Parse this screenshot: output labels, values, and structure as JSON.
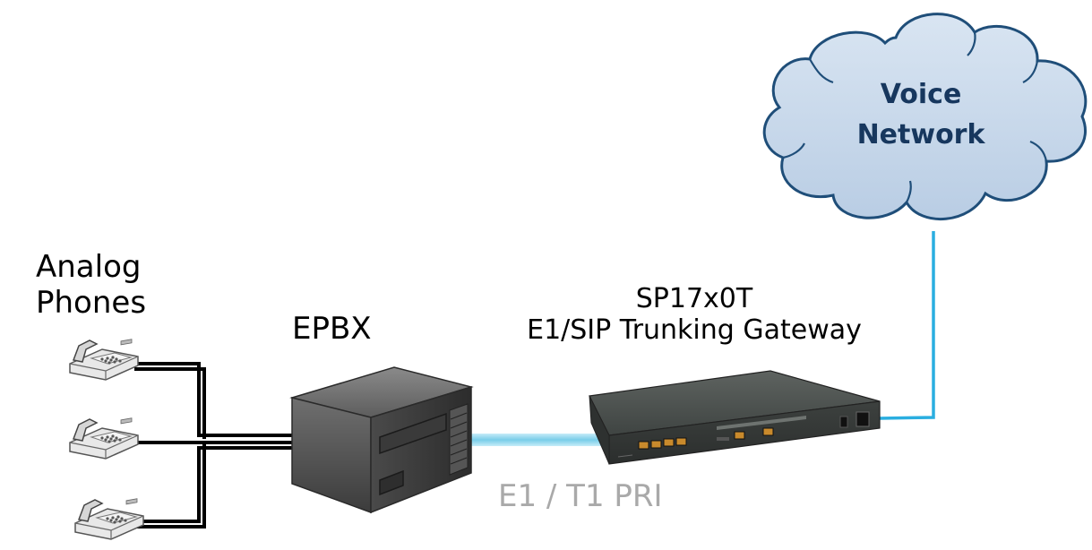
{
  "phones": {
    "line1": "Analog",
    "line2": "Phones"
  },
  "epbx": {
    "label": "EPBX"
  },
  "gateway": {
    "line1": "SP17x0T",
    "line2": "E1/SIP Trunking Gateway"
  },
  "link": {
    "label": "E1 / T1 PRI"
  },
  "cloud": {
    "line1": "Voice",
    "line2": "Network"
  },
  "colors": {
    "cloud_fill": "#c8d9ec",
    "cloud_stroke": "#1f4e79",
    "cloud_text": "#17375e",
    "uplink": "#2aaee0",
    "e1_link": "#8fd6f0",
    "analog_wire": "#000000",
    "link_label": "#a9a9a9"
  }
}
